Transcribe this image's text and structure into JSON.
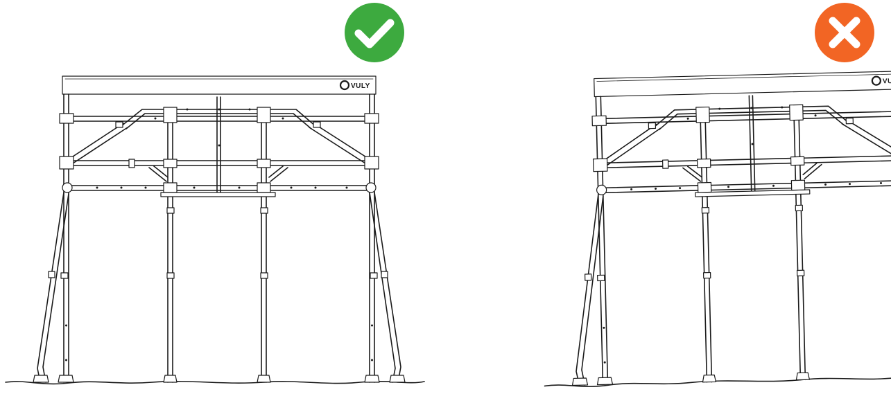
{
  "panels": [
    {
      "name": "correct",
      "brand": "VULY",
      "badge_icon": "checkmark-icon",
      "badge_color": "#3daa3f"
    },
    {
      "name": "incorrect",
      "brand": "VULY",
      "badge_icon": "cross-icon",
      "badge_color": "#f26524"
    }
  ]
}
